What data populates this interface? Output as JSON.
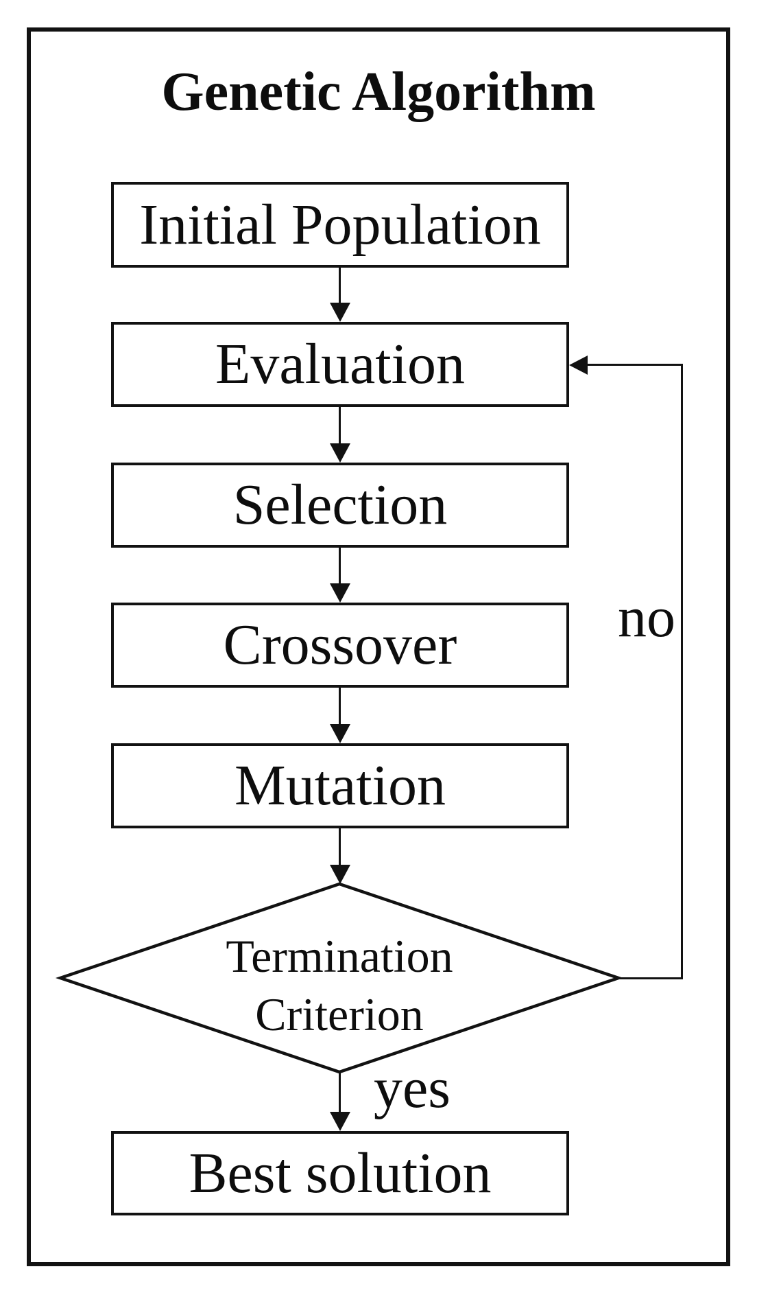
{
  "diagram": {
    "title": "Genetic Algorithm",
    "boxes": {
      "initial_population": "Initial Population",
      "evaluation": "Evaluation",
      "selection": "Selection",
      "crossover": "Crossover",
      "mutation": "Mutation",
      "best_solution": "Best solution"
    },
    "decision": {
      "line1": "Termination",
      "line2": "Criterion"
    },
    "branch_labels": {
      "no": "no",
      "yes": "yes"
    },
    "edges": [
      {
        "from": "Initial Population",
        "to": "Evaluation",
        "label": ""
      },
      {
        "from": "Evaluation",
        "to": "Selection",
        "label": ""
      },
      {
        "from": "Selection",
        "to": "Crossover",
        "label": ""
      },
      {
        "from": "Crossover",
        "to": "Mutation",
        "label": ""
      },
      {
        "from": "Mutation",
        "to": "Termination Criterion",
        "label": ""
      },
      {
        "from": "Termination Criterion",
        "to": "Evaluation",
        "label": "no"
      },
      {
        "from": "Termination Criterion",
        "to": "Best solution",
        "label": "yes"
      }
    ],
    "colors": {
      "ink": "#121212",
      "background": "#ffffff"
    }
  }
}
